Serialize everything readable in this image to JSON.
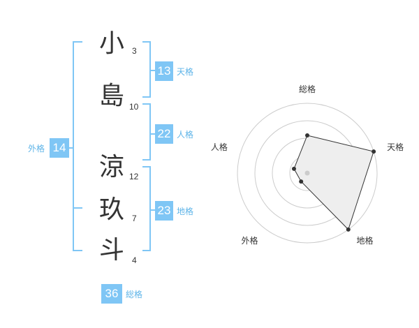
{
  "name": {
    "chars": [
      {
        "char": "小",
        "strokes": "3"
      },
      {
        "char": "島",
        "strokes": "10"
      },
      {
        "char": "涼",
        "strokes": "12"
      },
      {
        "char": "玖",
        "strokes": "7"
      },
      {
        "char": "斗",
        "strokes": "4"
      }
    ]
  },
  "fortune": {
    "tenkaku": {
      "value": "13",
      "label": "天格"
    },
    "jinkaku": {
      "value": "22",
      "label": "人格"
    },
    "chikaku": {
      "value": "23",
      "label": "地格"
    },
    "gaikaku": {
      "value": "14",
      "label": "外格"
    },
    "soukaku": {
      "value": "36",
      "label": "総格"
    }
  },
  "colors": {
    "accent": "#7fc6f5",
    "label": "#5eb4e8",
    "text": "#333333"
  },
  "chart_data": {
    "type": "radar",
    "axes": [
      "総格",
      "天格",
      "地格",
      "外格",
      "人格"
    ],
    "values": [
      0.54,
      1.0,
      1.0,
      0.15,
      0.2
    ],
    "max": 1,
    "rings": 4,
    "fill": "#eeeeee",
    "stroke": "#333333"
  }
}
